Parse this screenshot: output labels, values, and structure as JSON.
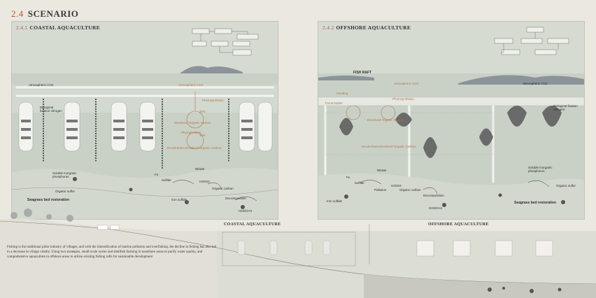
{
  "section": {
    "number": "2.4",
    "title": "SCENARIO"
  },
  "left_panel": {
    "number": "2.4.1",
    "title": "COASTAL AQUACULTURE",
    "labels": {
      "atmospheric": "Atmospheric CO2",
      "atmospheric2": "Atmospheric CO2",
      "nitrogen": "Biological fixation nitrogen",
      "photosynthesis": "Photosynthesis",
      "doc": "Dissolved Organic Carbon",
      "pct1": "30%",
      "pct2": "30%",
      "phyto": "Phytoplankton",
      "recalcitrant": "Recalcitrant Dissolved Organic Carbon",
      "soluble": "Soluble inorganic phosphorus",
      "organic_sulfur": "Organic sulfur",
      "seagrass": "Seagrass bed restoration",
      "nitrate": "Nitrate",
      "fe": "Fe",
      "sulfide": "Sulfide",
      "h2so4": "H2SO4",
      "organic_carbon": "Organic carbon",
      "decomposition": "Decomposition",
      "iron_sulfide": "Iron sulfide",
      "h2s": "H2S/CH4"
    }
  },
  "right_panel": {
    "number": "2.4.2",
    "title": "OFFSHORE AQUACULTURE",
    "labels": {
      "fish_raft": "FISH RAFT",
      "atmospheric": "Atmospheric CO2",
      "atmospheric2": "Atmospheric CO2",
      "photosynthesis": "Photosynthesis",
      "feeding": "Feeding",
      "fecal": "Fecal Matter",
      "doc": "Dissolved Organic Carbon",
      "recalcitrant": "Recalcitrant Dissolved Organic Carbon",
      "nitrogen": "Biological fixation nitrogen",
      "nitrate": "Nitrate",
      "fe": "Fe",
      "sulfide": "Sulfide",
      "h2so4": "H2SO4",
      "pollution": "Pollution",
      "organic_carbon": "Organic carbon",
      "decomposition": "Decomposition",
      "iron_sulfide": "Iron sulfide",
      "h2s": "H2S/CH4",
      "soluble": "Soluble inorganic phosphorus",
      "organic_sulfur": "Organic sulfur",
      "seagrass": "Seagrass bed restoration"
    }
  },
  "section_labels": {
    "coastal": "COASTAL AQUACULTURE",
    "offshore": "OFFSHORE AQUACULTURE"
  },
  "description": "Fishing is the traditional pillar industry of villages, and with the intensification of marine pollution and overfishing, the decline in fishing has also led to a decrease in village vitality. Using two strategies, small-scale oyster and shellfish farming in nearshore areas to purify water quality, and comprehensive aquaculture in offshore areas to utilize existing fishing rafts for sustainable development",
  "colors": {
    "accent": "#b5553a",
    "panel": "#d6dbd2",
    "background": "#ebe8df",
    "water": "#cfd6cc",
    "orange_label": "#b7744a"
  }
}
